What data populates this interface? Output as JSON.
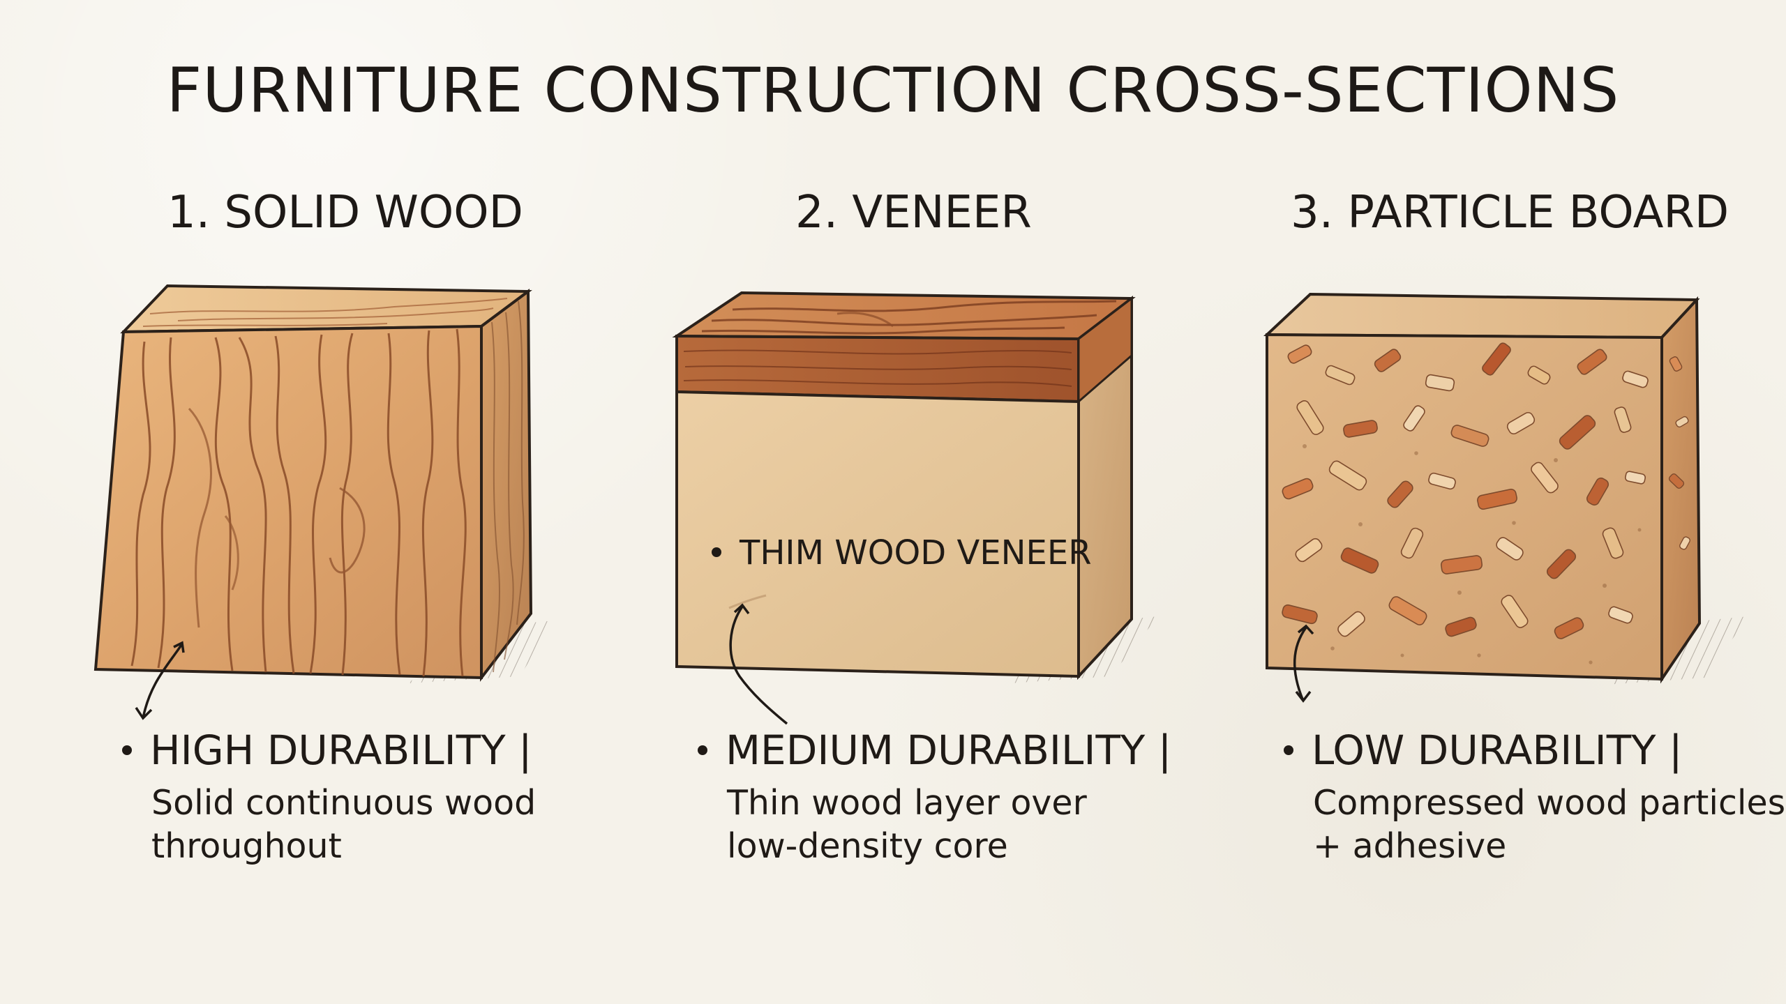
{
  "title": "FURNITURE CONSTRUCTION CROSS-SECTIONS",
  "sections": [
    {
      "heading": "1. SOLID WOOD",
      "label": "HIGH DURABILITY |",
      "body_lines": [
        "Solid continuous wood",
        "throughout"
      ]
    },
    {
      "heading": "2. VENEER",
      "callout": "THIM WOOD VENEER",
      "label": "MEDIUM DURABILITY |",
      "body_lines": [
        "Thin wood layer over",
        "low-density core"
      ]
    },
    {
      "heading": "3. PARTICLE BOARD",
      "label": "LOW DURABILITY |",
      "body_lines": [
        "Compressed wood particles",
        "+ adhesive"
      ]
    }
  ],
  "colors": {
    "background": "#f5f2ea",
    "ink": "#1f1a16",
    "solid_wood_face": "#dca26b",
    "solid_wood_side": "#c98d57",
    "solid_wood_top": "#e5b983",
    "veneer_band": "#b86b3b",
    "veneer_core": "#e4c598",
    "particle_face": "#d8a978"
  },
  "icons": {
    "arrow": "curved-arrow",
    "bullet": "bullet-dot"
  }
}
